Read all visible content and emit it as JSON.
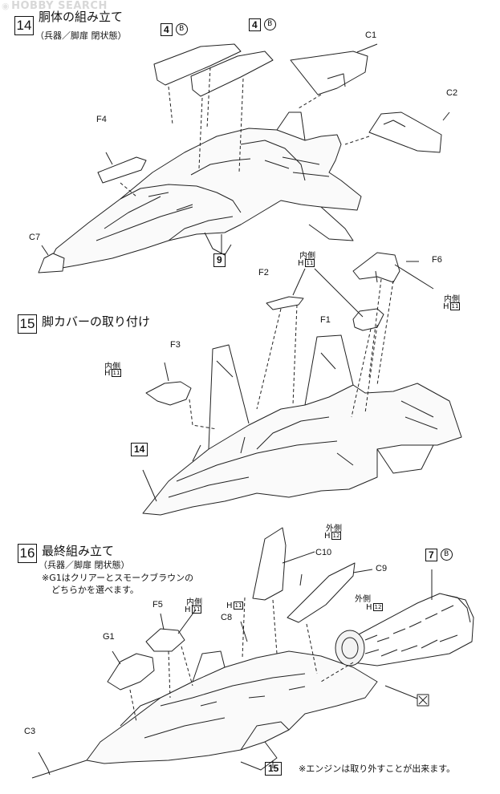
{
  "watermark": "HOBBY SEARCH",
  "steps": [
    {
      "number": "14",
      "title": "胴体の組み立て",
      "subtitle": "（兵器／脚扉 閉状態）"
    },
    {
      "number": "15",
      "title": "脚カバーの取り付け"
    },
    {
      "number": "16",
      "title": "最終組み立て",
      "subtitle": "（兵器／脚扉 閉状態）",
      "note1": "※G1はクリアーとスモークブラウンの",
      "note2": "どちらかを選べます。"
    }
  ],
  "step14": {
    "ref_a": "4",
    "ref_a_sub": "B",
    "ref_b": "4",
    "ref_b_sub": "B",
    "c1": "C1",
    "c2": "C2",
    "f4": "F4",
    "c7": "C7",
    "sub9": "9"
  },
  "step15": {
    "inner1": "内側",
    "inner1_h": "H",
    "inner1_n": "11",
    "f6": "F6",
    "inner2": "内側",
    "inner2_h": "H",
    "inner2_n": "11",
    "f2": "F2",
    "f1": "F1",
    "f3": "F3",
    "inner3": "内側",
    "inner3_h": "H",
    "inner3_n": "11",
    "sub14": "14"
  },
  "step16": {
    "outer1": "外側",
    "outer1_h": "H",
    "outer1_n": "12",
    "c10": "C10",
    "c9": "C9",
    "outer2": "外側",
    "outer2_h": "H",
    "outer2_n": "12",
    "ref7": "7",
    "ref7_sub": "B",
    "f5": "F5",
    "inner": "内側",
    "inner_h": "H",
    "inner_n": "11",
    "h11": "H",
    "h11_n": "11",
    "c8": "C8",
    "g1": "G1",
    "c3": "C3",
    "sub15": "15",
    "footnote": "※エンジンは取り外すことが出来ます。"
  }
}
